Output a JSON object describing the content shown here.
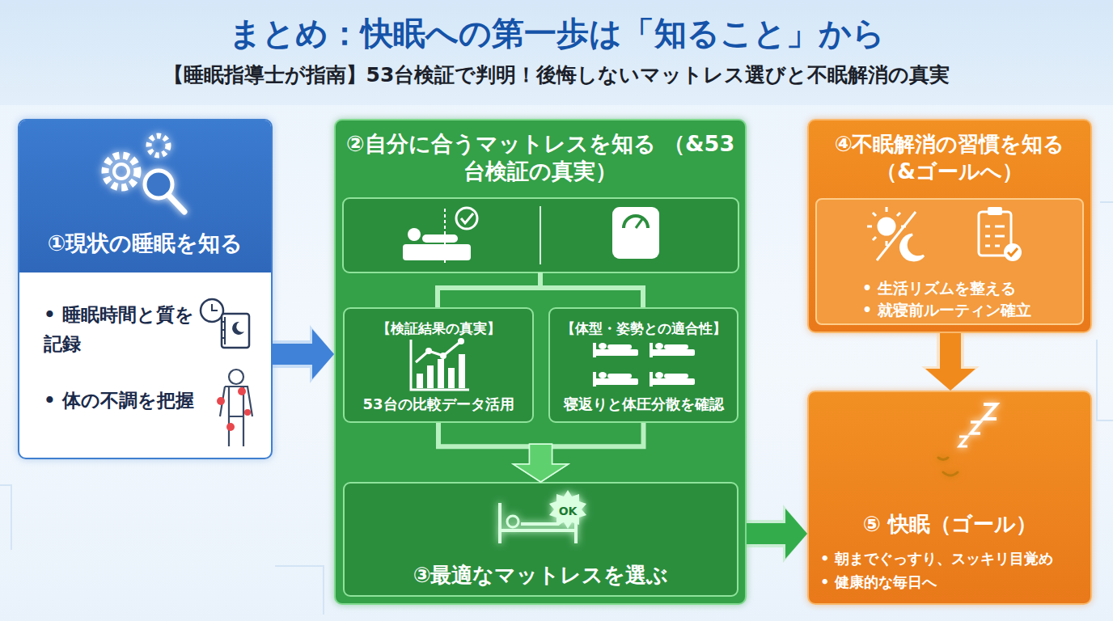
{
  "diagram": {
    "title": "まとめ：快眠への第一歩は「知ること」から",
    "nodes": [
      {
        "text": [
          "①現状の睡眠を知る",
          "• 睡眠時間と質を記録",
          "• 体の不調を把握"
        ]
      },
      {
        "text": [
          "②自分に合うマットレスを知る （&53台検証の真実）"
        ]
      },
      {
        "text": [
          "【検証結果の真実】",
          "53台の比較データ活用"
        ],
        "in": 1
      },
      {
        "text": [
          "【体型・姿勢との適合性】",
          "寝返りと体圧分散を確認"
        ],
        "in": 1
      },
      {
        "text": [
          "③最適なマットレスを選ぶ"
        ],
        "in": 1
      },
      {
        "text": [
          "④不眠解消の習慣を知る （&ゴールへ）"
        ]
      },
      {
        "text": [
          "• 生活リズムを整える",
          "• 就寝前ルーティン確立"
        ],
        "in": 5
      },
      {
        "text": [
          "⑤ 快眠（ゴール）",
          "• 朝までぐっすり、スッキリ目覚め",
          "• 健康的な毎日へ"
        ]
      }
    ],
    "edges": [
      {
        "from": 0,
        "to": 1,
        "arrow": "to"
      },
      {
        "from": 2,
        "to": 4,
        "arrow": "to"
      },
      {
        "from": 3,
        "to": 4,
        "arrow": "to"
      },
      {
        "from": 1,
        "to": 7,
        "arrow": "to"
      },
      {
        "from": 5,
        "to": 7,
        "arrow": "to"
      }
    ],
    "labels": [
      "【睡眠指導士が指南】53台検証で判明！後悔しないマットレス選びと不眠解消の真実",
      "OK"
    ]
  }
}
